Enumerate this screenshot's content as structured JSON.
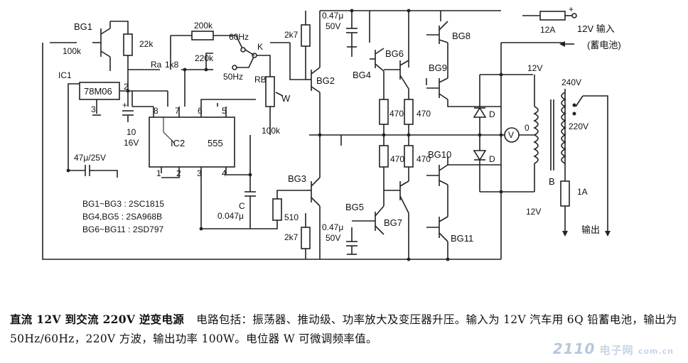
{
  "schematic": {
    "transistors": {
      "bg1": "BG1",
      "bg2": "BG2",
      "bg3": "BG3",
      "bg4": "BG4",
      "bg5": "BG5",
      "bg6": "BG6",
      "bg7": "BG7",
      "bg8": "BG8",
      "bg9": "BG9",
      "bg10": "BG10",
      "bg11": "BG11"
    },
    "regulator": {
      "ref": "IC1",
      "part": "78M06",
      "pin2": "2",
      "pin3": "3"
    },
    "timer": {
      "ref": "IC2",
      "part": "555",
      "pin8": "8",
      "pin7": "7",
      "pin6": "6",
      "pin5": "5",
      "pin1": "1",
      "pin2": "2",
      "pin3": "3",
      "pin4": "4"
    },
    "resistors": {
      "r100k": "100k",
      "r22k": "22k",
      "ra": "Ra",
      "ra_val": "1k8",
      "r200k": "200k",
      "r220k": "220k",
      "rb": "RB",
      "pot": "W",
      "pot_val": "100k",
      "r2k7_top": "2k7",
      "r2k7_bot": "2k7",
      "r470_a": "470",
      "r470_b": "470",
      "r470_c": "470",
      "r470_d": "470",
      "r510": "510"
    },
    "capacitors": {
      "c10_v1": "10",
      "c10_v2": "16V",
      "c47": "47μ/25V",
      "c_ref": "C",
      "c_val": "0.047μ",
      "c_top_v1": "0.47μ",
      "c_top_v2": "50V",
      "c_bot_v1": "0.47μ",
      "c_bot_v2": "50V"
    },
    "switch": {
      "k": "K",
      "f60": "60Hz",
      "f50": "50Hz"
    },
    "diodes": {
      "d_top": "D",
      "d_bot": "D"
    },
    "output": {
      "fuse": "12A",
      "input1": "12V 输入",
      "input2": "(蓄电池)",
      "v12_top": "12V",
      "v12_bot": "12V",
      "zero": "0",
      "meter": "V",
      "v240": "240V",
      "v220": "220V",
      "fuse_out": "1A",
      "out_label": "输出",
      "transformer": "B"
    },
    "legend": [
      "BG1~BG3 : 2SC1815",
      "BG4,BG5 : 2SA968B",
      "BG6~BG11 : 2SD797"
    ]
  },
  "caption": {
    "title": "直流 12V 到交流 220V 逆变电源",
    "body": "电路包括：振荡器、推动级、功率放大及变压器升压。输入为 12V 汽车用 6Q 铅蓄电池，输出为 50Hz/60Hz，220V 方波，输出功率 100W。电位器 W 可微调频率值。"
  },
  "watermark": {
    "num": "2110",
    "text": "电子网",
    "url": "com.cn"
  }
}
